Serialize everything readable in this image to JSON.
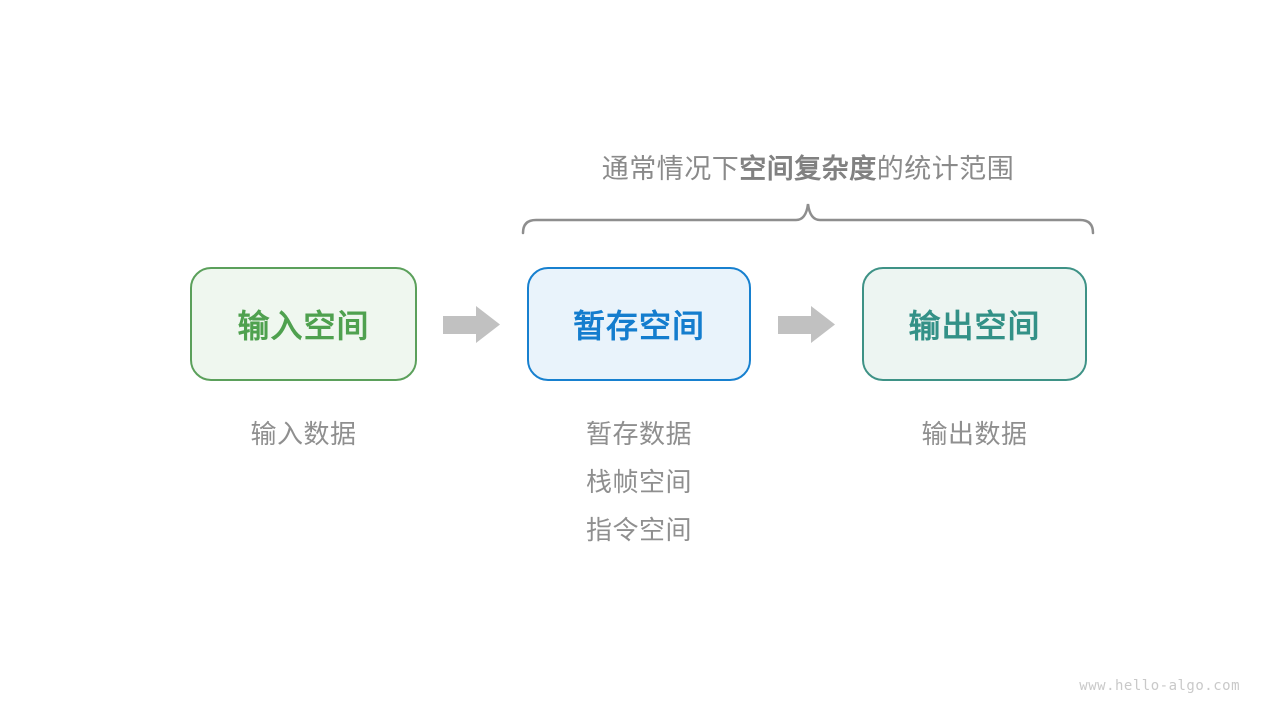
{
  "page": {
    "background": "#ffffff",
    "watermark": "www.hello-algo.com"
  },
  "title": {
    "prefix": "通常情况下",
    "emphasis": "空间复杂度",
    "suffix": "的统计范围"
  },
  "diagram": {
    "nodes": [
      {
        "id": "input-space",
        "label": "输入空间",
        "border": "#5ba05b",
        "fill": "#eff7ef",
        "text_color": "#4fa14f"
      },
      {
        "id": "temp-space",
        "label": "暂存空间",
        "border": "#1780cf",
        "fill": "#e9f3fb",
        "text_color": "#147dce"
      },
      {
        "id": "output-space",
        "label": "输出空间",
        "border": "#3e9286",
        "fill": "#edf5f2",
        "text_color": "#339187"
      }
    ],
    "annotations": {
      "input": {
        "line1": "输入数据"
      },
      "temp": {
        "line1": "暂存数据",
        "line2": "栈帧空间",
        "line3": "指令空间"
      },
      "output": {
        "line1": "输出数据"
      }
    },
    "arrow_color": "#c1c1c1",
    "brace_color": "#8e8e8e",
    "label_color": "#8f8f8f"
  }
}
